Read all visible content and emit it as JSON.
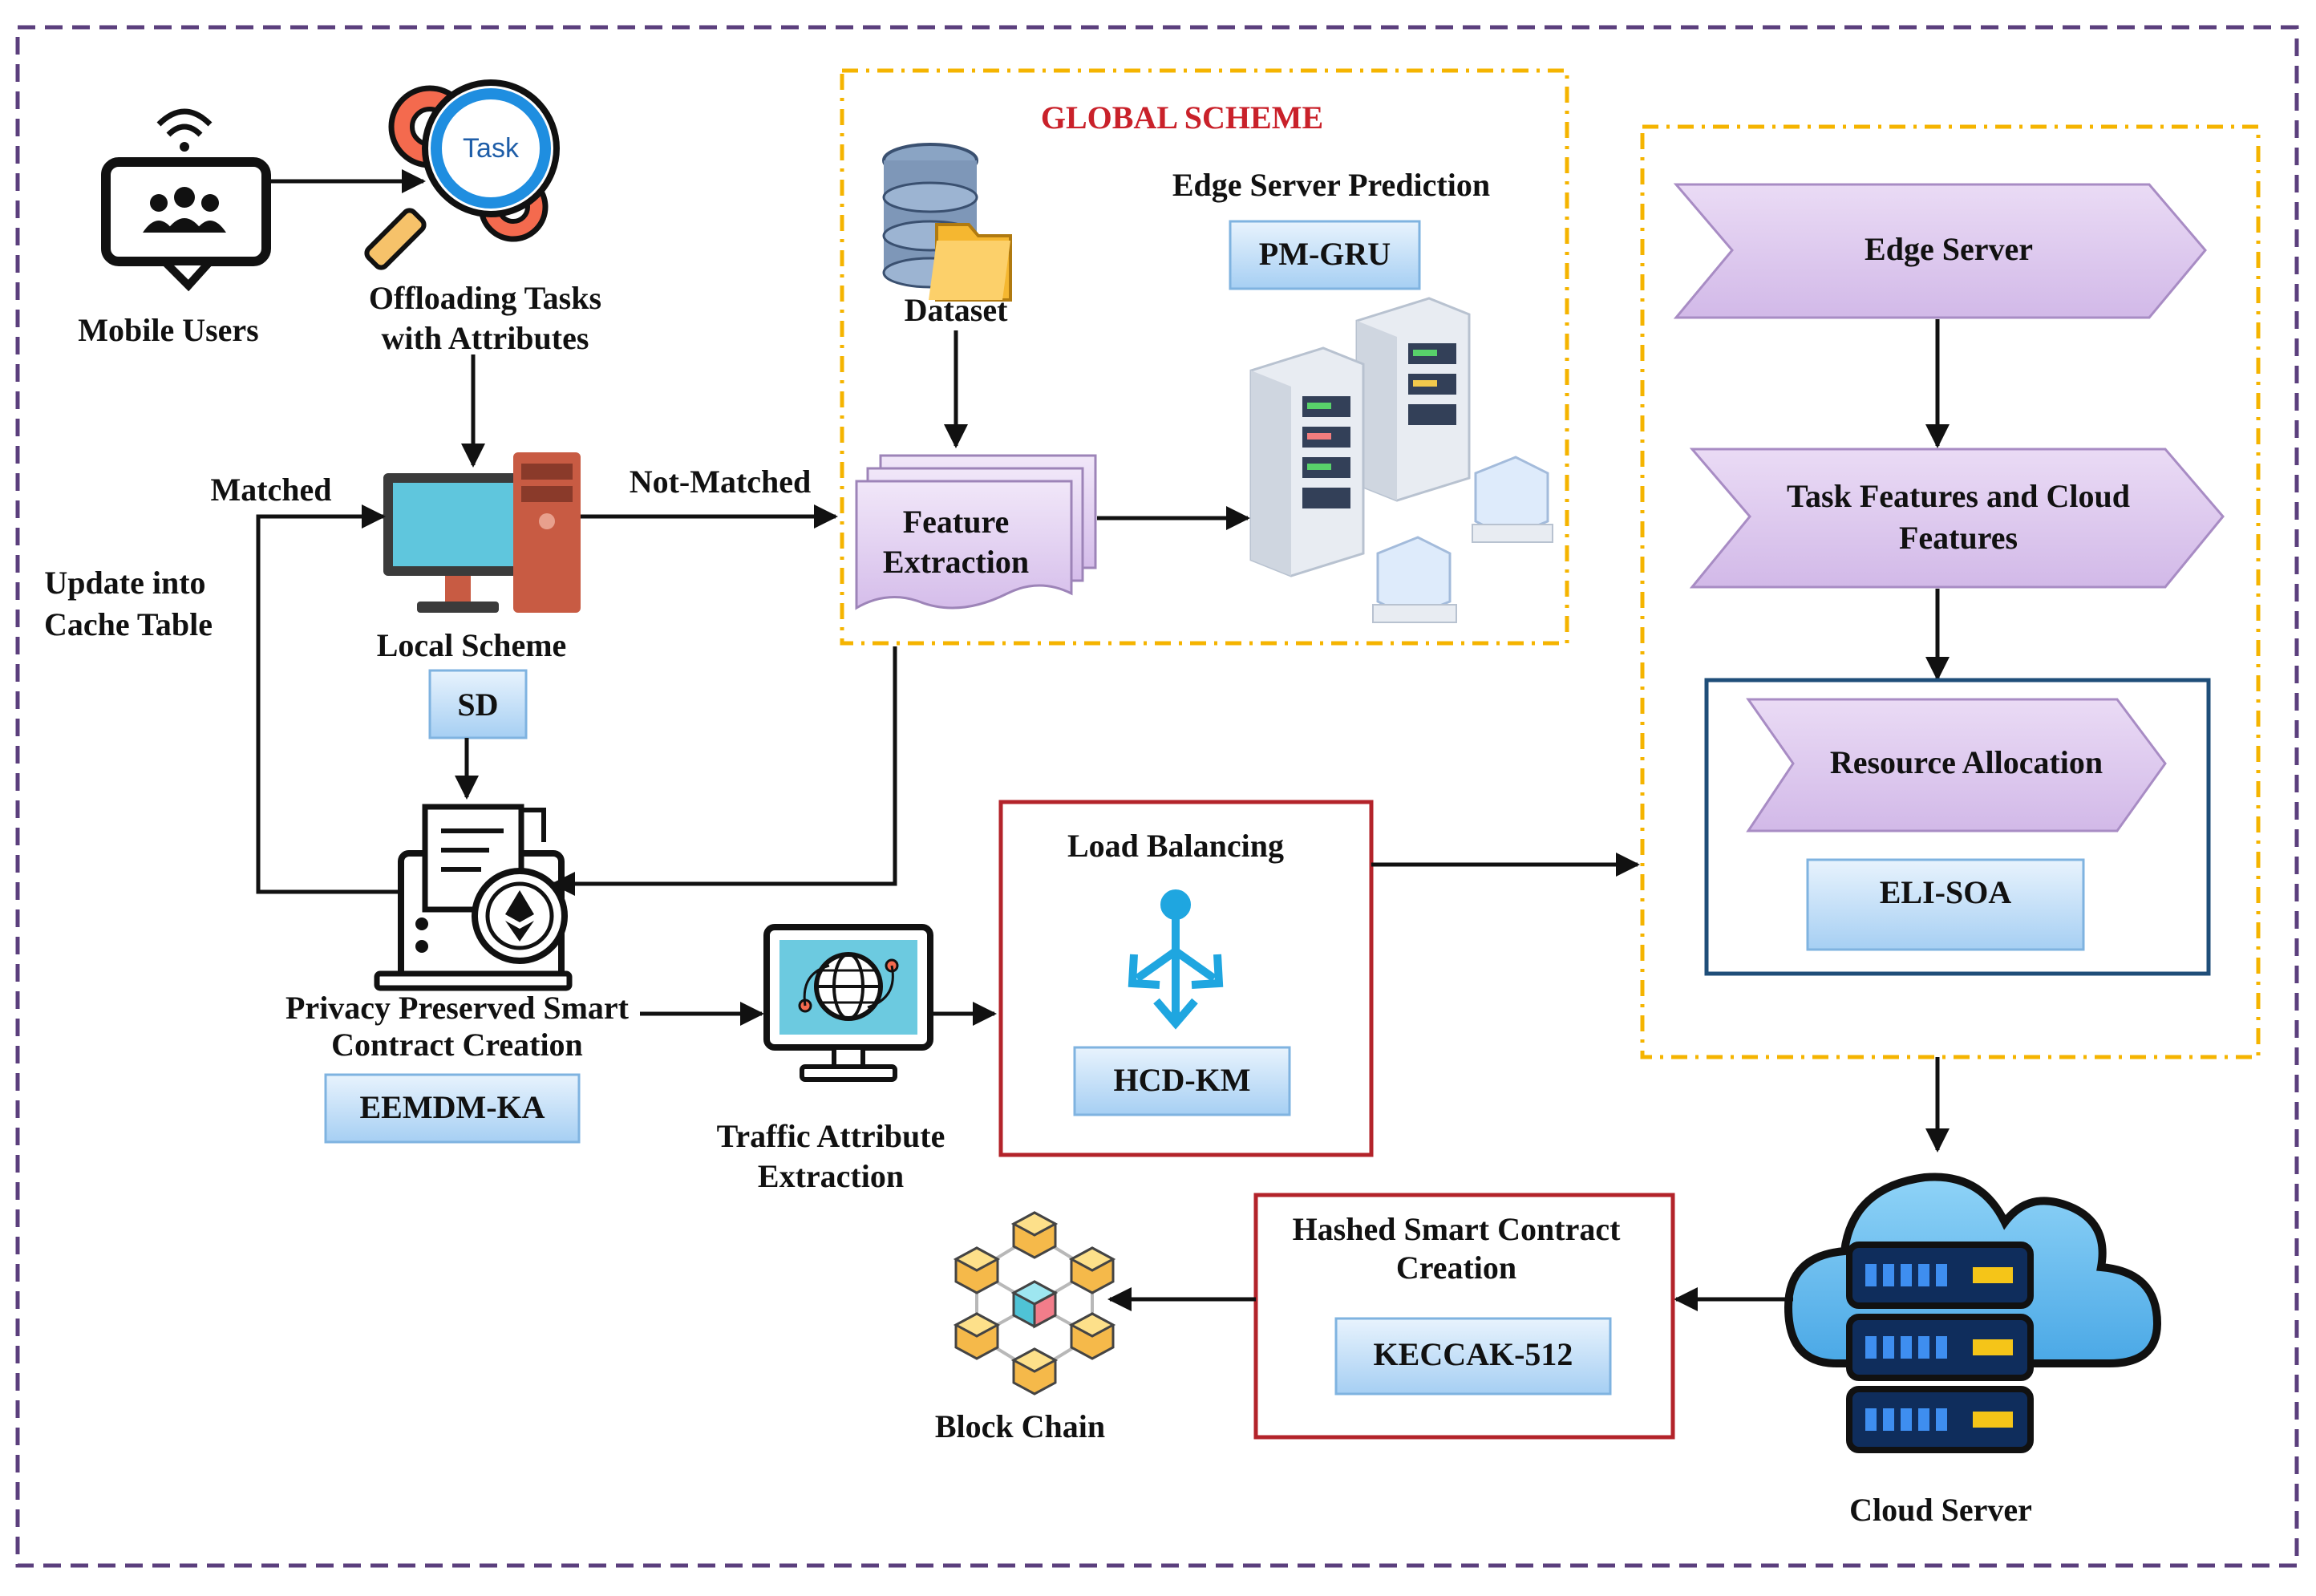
{
  "labels": {
    "mobile_users": "Mobile Users",
    "task_icon_text": "Task",
    "offloading_line1": "Offloading Tasks",
    "offloading_line2": "with Attributes",
    "matched": "Matched",
    "not_matched": "Not-Matched",
    "update_line1": "Update into",
    "update_line2": "Cache Table",
    "local_scheme": "Local Scheme",
    "sd": "SD",
    "global_scheme": "GLOBAL SCHEME",
    "dataset": "Dataset",
    "edge_server_prediction": "Edge Server Prediction",
    "pm_gru": "PM-GRU",
    "feature_line1": "Feature",
    "feature_line2": "Extraction",
    "edge_server": "Edge Server",
    "task_features_line1": "Task Features and Cloud",
    "task_features_line2": "Features",
    "resource_allocation": "Resource Allocation",
    "eli_soa": "ELI-SOA",
    "privacy_line1": "Privacy Preserved Smart",
    "privacy_line2": "Contract Creation",
    "eemdm_ka": "EEMDM-KA",
    "traffic_line1": "Traffic Attribute",
    "traffic_line2": "Extraction",
    "load_balancing": "Load Balancing",
    "hcd_km": "HCD-KM",
    "hashed_line1": "Hashed Smart Contract",
    "hashed_line2": "Creation",
    "keccak": "KECCAK-512",
    "block_chain": "Block Chain",
    "cloud_server": "Cloud Server"
  },
  "colors": {
    "outer_border": "#5b3f7d",
    "scheme_border": "#f5b400",
    "global_title": "#c9212a",
    "chevron_fill": "#dcc6ee",
    "chevron_stroke": "#a88cc4",
    "method_box_top": "#e6f2fd",
    "method_box_bottom": "#a9d2f5",
    "method_box_border": "#7fb3e0",
    "red_box_border": "#b3232a",
    "blue_box_border": "#1f4e79",
    "load_balance_icon": "#1fa6e0"
  }
}
